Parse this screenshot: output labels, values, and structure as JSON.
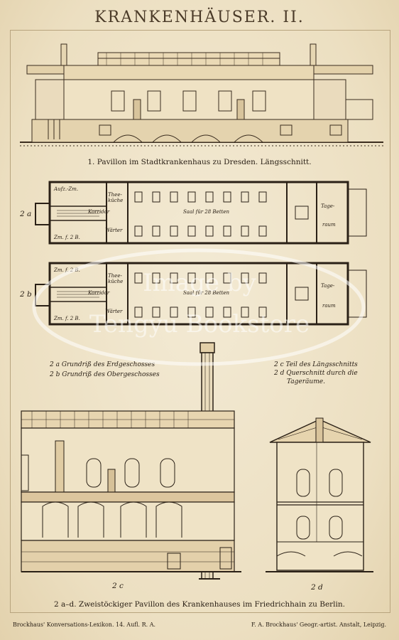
{
  "title": "KRANKENHÄUSER. II.",
  "captions": {
    "fig1": "1. Pavillon im Stadtkrankenhaus zu Dresden.  Längsschnitt.",
    "fig2a_marker": "2 a",
    "fig2b_marker": "2 b",
    "legend_2a": "2 a Grundriß des Erdgeschosses",
    "legend_2b": "2 b Grundriß des Obergeschosses",
    "legend_2c": "2 c Teil des Längsschnitts",
    "legend_2d_line1": "2 d Querschnitt durch die",
    "legend_2d_line2": "Tageräume.",
    "fig2c": "2 c",
    "fig2d": "2 d",
    "main": "2 a–d. Zweistöckiger Pavillon des Krankenhauses im Friedrichhain zu Berlin.",
    "footer_left": "Brockhaus' Konversations-Lexikon. 14. Aufl. R. A.",
    "footer_right": "F. A. Brockhaus' Geogr.-artist. Anstalt, Leipzig."
  },
  "plan_a": {
    "aufz": "Aufz.-Zm.",
    "thee": "Thee-küche",
    "korridor": "Korridor",
    "saal": "Saal für 28 Betten",
    "waerter": "Wärter",
    "zm": "Zm. f. 2 B.",
    "tage1": "Tage-",
    "tage2": "raum"
  },
  "plan_b": {
    "zm_top": "Zm. f. 2 B.",
    "thee": "Thee-küche",
    "korridor": "Korridor",
    "saal": "Saal für 28 Betten",
    "waerter": "Wärter",
    "zm": "Zm. f. 2 B.",
    "tage1": "Tage-",
    "tage2": "raum"
  },
  "watermark": {
    "line1": "Image by",
    "line2": "Tengyu Bookstore"
  }
}
